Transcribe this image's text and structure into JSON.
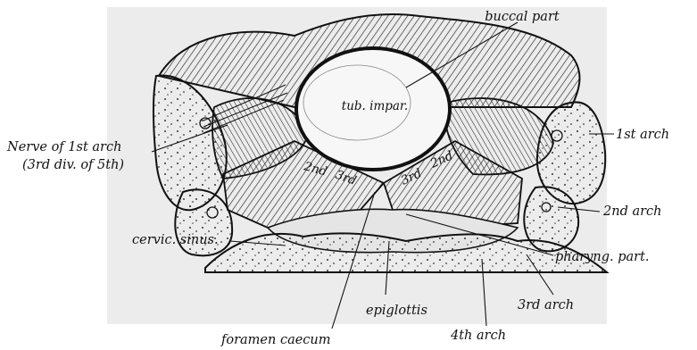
{
  "figure": {
    "labels": {
      "buccal_part": "buccal part",
      "tub_impar": "tub. impar.",
      "nerve_line1": "Nerve of 1st arch",
      "nerve_line2": "(3rd div. of 5th)",
      "first_arch": "1st arch",
      "second_3rd_left_a": "2nd",
      "second_3rd_left_b": "3rd",
      "second_3rd_right_a": "3rd",
      "second_3rd_right_b": "2nd",
      "second_arch": "2nd arch",
      "cervic_sinus": "cervic. sinus.",
      "pharyng_part": "pharyng. part.",
      "third_arch": "3rd arch",
      "epiglottis": "epiglottis",
      "fourth_arch": "4th arch",
      "foramen_caecum": "foramen caecum"
    }
  }
}
